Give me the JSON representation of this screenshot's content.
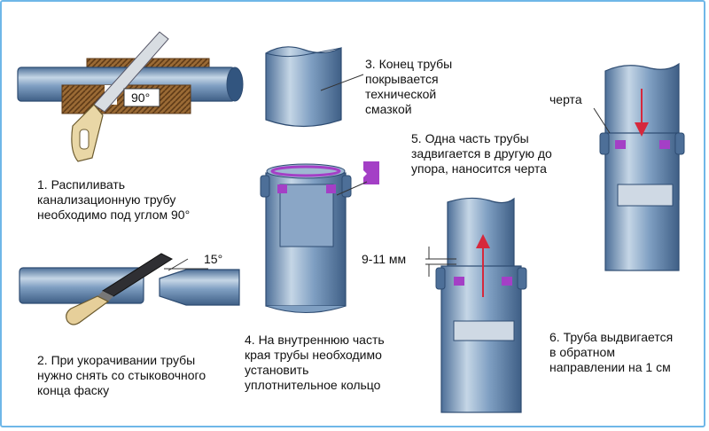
{
  "steps": {
    "step1": "1. Распиливать\nканализационную трубу\nнеобходимо под углом 90°",
    "step2": "2. При укорачивании трубы\nнужно снять со стыковочного\nконца фаску",
    "step3": "3. Конец трубы\nпокрывается\nтехнической\nсмазкой",
    "step4": "4. На внутреннюю часть\nкрая трубы необходимо\nустановить\nуплотнительное кольцо",
    "step5": "5. Одна часть трубы\nзадвигается в другую до\nупора, наносится черта",
    "step6": "6. Труба выдвигается\nв обратном\nнаправлении на 1 см"
  },
  "labels": {
    "angle_90": "90°",
    "angle_15": "15°",
    "gap": "9-11 мм",
    "mark": "черта"
  },
  "colors": {
    "pipe": "#6d8fb4",
    "pipe_light": "#b9cde0",
    "pipe_dark": "#3e5f86",
    "wood": "#8a5a2b",
    "seal": "#a43fc6",
    "arrow": "#d6283c",
    "frame": "#6fb7e8"
  }
}
